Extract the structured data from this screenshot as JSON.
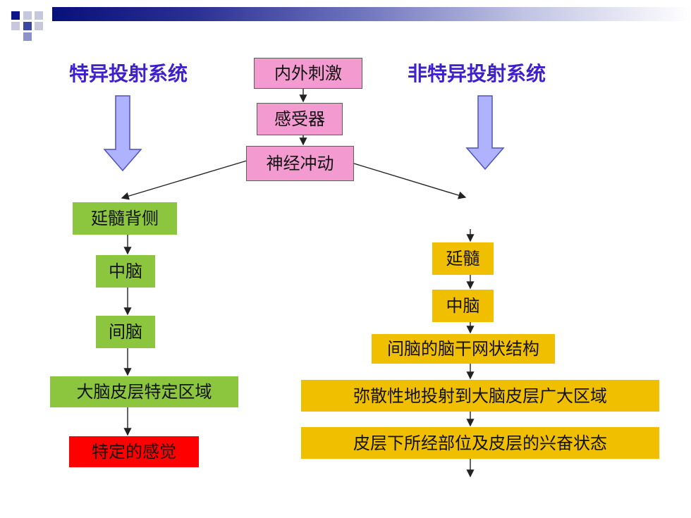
{
  "header": {
    "left_title": "特异投射系统",
    "right_title": "非特异投射系统"
  },
  "nodes": {
    "stimulus": "内外刺激",
    "receptor": "感受器",
    "impulse": "神经冲动",
    "left_path": [
      "延髓背侧",
      "中脑",
      "间脑",
      "大脑皮层特定区域",
      "特定的感觉"
    ],
    "right_path": [
      "延髓",
      "中脑",
      "间脑的脑干网状结构",
      "弥散性地投射到大脑皮层广大区域",
      "皮层下所经部位及皮层的兴奋状态"
    ]
  },
  "colors": {
    "title": "#3f21cc",
    "pink": "#f39ad0",
    "green": "#8cc63f",
    "yellow": "#f0bf00",
    "red": "#ff0000",
    "big_arrow_fill": "#aeb2ff",
    "line": "#222222"
  }
}
